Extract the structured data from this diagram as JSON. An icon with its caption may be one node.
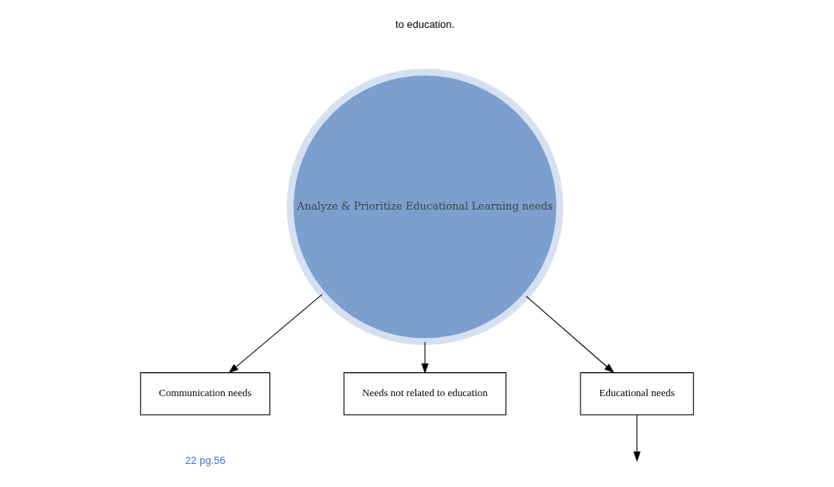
{
  "diagram": {
    "nodes": [
      {
        "text": [
          "Analyze & Prioritize Educational Learning needs"
        ]
      },
      {
        "text": [
          "Communication needs"
        ]
      },
      {
        "text": [
          "Needs not related to education"
        ]
      },
      {
        "text": [
          "Educational needs"
        ]
      }
    ],
    "edges": [
      {
        "from": 0,
        "to": 1,
        "arrow": "to"
      },
      {
        "from": 0,
        "to": 2,
        "arrow": "to"
      },
      {
        "from": 0,
        "to": 3,
        "arrow": "to"
      },
      {
        "from": 3,
        "to": null,
        "arrow": "to"
      }
    ],
    "labels": [
      "to education.",
      "22 pg.56"
    ]
  }
}
